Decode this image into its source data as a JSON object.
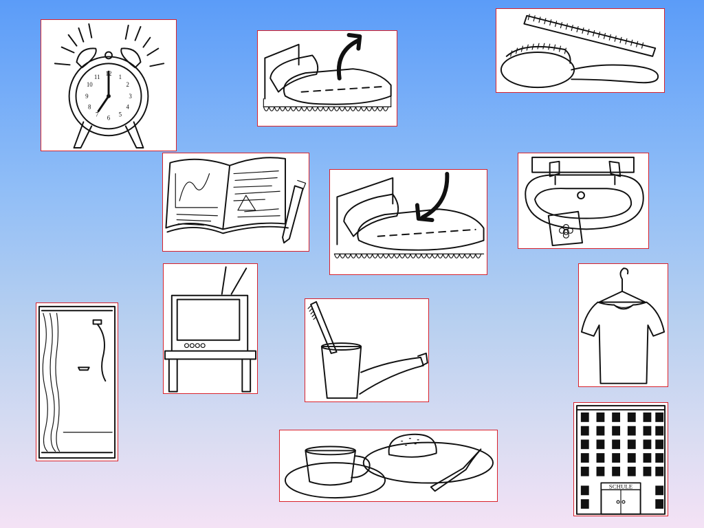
{
  "clock": {
    "numerals": [
      "12",
      "1",
      "2",
      "3",
      "4",
      "5",
      "6",
      "7",
      "8",
      "9",
      "10",
      "11"
    ]
  },
  "school": {
    "sign": "SCHULE"
  }
}
